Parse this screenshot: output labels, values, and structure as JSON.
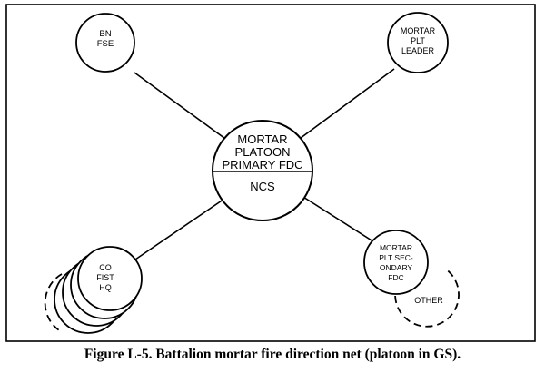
{
  "nodes": {
    "bn_fse": [
      "BN",
      "FSE"
    ],
    "plt_leader": [
      "MORTAR",
      "PLT",
      "LEADER"
    ],
    "center_top": [
      "MORTAR",
      "PLATOON",
      "PRIMARY FDC"
    ],
    "center_bottom": "NCS",
    "co_fist": [
      "CO",
      "FIST",
      "HQ"
    ],
    "secondary_fdc": [
      "MORTAR",
      "PLT SEC-",
      "ONDARY",
      "FDC"
    ],
    "other": "OTHER"
  },
  "caption": "Figure L-5.  Battalion mortar fire direction net (platoon in GS)."
}
